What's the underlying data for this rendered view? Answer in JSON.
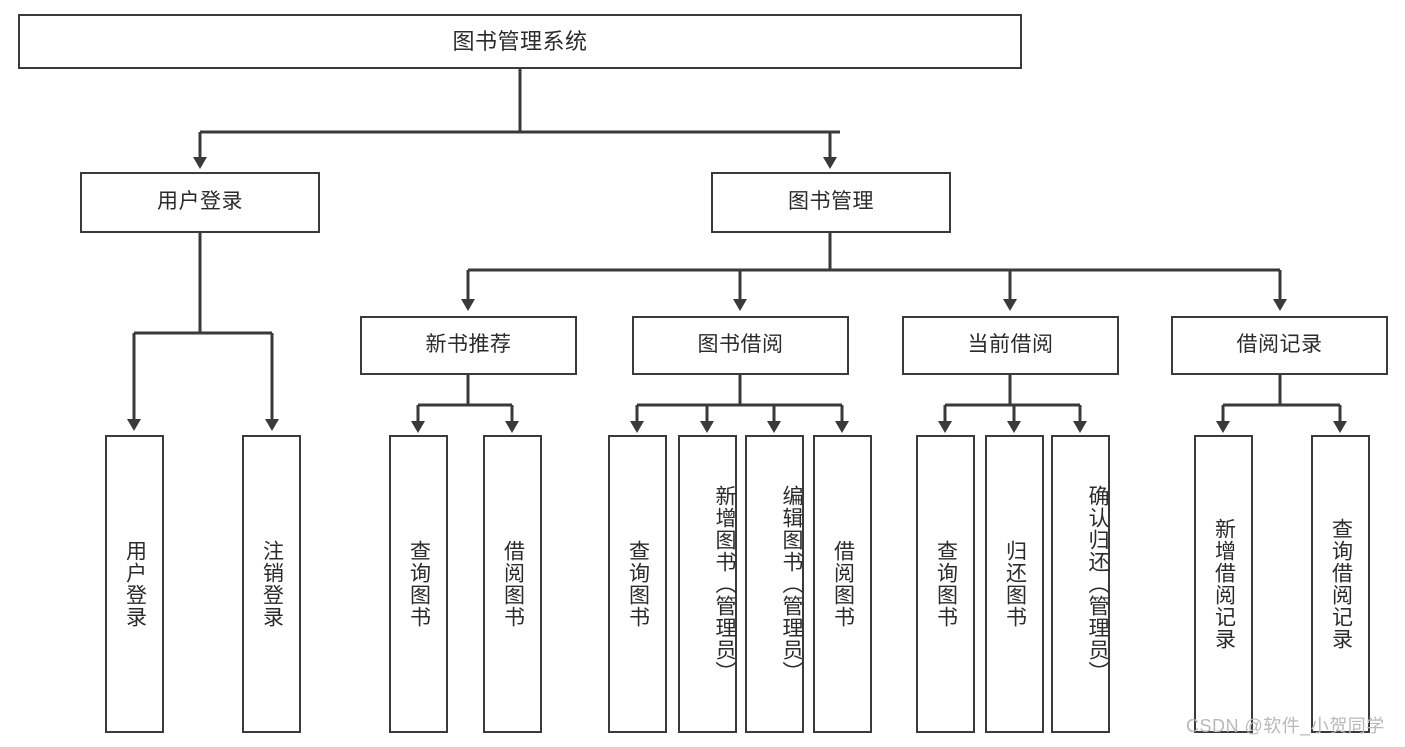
{
  "diagram": {
    "title": "图书管理系统",
    "type": "tree",
    "orientation": "top-down",
    "colors": {
      "box_border": "#3a3a3a",
      "box_fill": "#ffffff",
      "text": "#2b2b2b",
      "edge": "#3a3a3a",
      "watermark": "#b9b9b9",
      "background": "#ffffff"
    },
    "nodes": {
      "root": {
        "label": "图书管理系统"
      },
      "level2": [
        {
          "id": "user-login",
          "label": "用户登录"
        },
        {
          "id": "book-management",
          "label": "图书管理"
        }
      ],
      "level3": [
        {
          "id": "new-book-recommend",
          "label": "新书推荐"
        },
        {
          "id": "book-borrow",
          "label": "图书借阅"
        },
        {
          "id": "current-borrow",
          "label": "当前借阅"
        },
        {
          "id": "borrow-record",
          "label": "借阅记录"
        }
      ],
      "leaves": {
        "user_login": [
          {
            "id": "leaf-user-login",
            "label": "用户登录"
          },
          {
            "id": "leaf-logout-login",
            "label": "注销登录"
          }
        ],
        "new_book_recommend": [
          {
            "id": "leaf-query-book-1",
            "label": "查询图书"
          },
          {
            "id": "leaf-borrow-book-1",
            "label": "借阅图书"
          }
        ],
        "book_borrow": [
          {
            "id": "leaf-query-book-2",
            "label": "查询图书"
          },
          {
            "id": "leaf-add-book",
            "label": "新增图书（管理员）"
          },
          {
            "id": "leaf-edit-book",
            "label": "编辑图书（管理员）"
          },
          {
            "id": "leaf-borrow-book-2",
            "label": "借阅图书"
          }
        ],
        "current_borrow": [
          {
            "id": "leaf-query-book-3",
            "label": "查询图书"
          },
          {
            "id": "leaf-return-book",
            "label": "归还图书"
          },
          {
            "id": "leaf-confirm-return",
            "label": "确认归还（管理员）"
          }
        ],
        "borrow_record": [
          {
            "id": "leaf-add-record",
            "label": "新增借阅记录"
          },
          {
            "id": "leaf-query-record",
            "label": "查询借阅记录"
          }
        ]
      }
    },
    "watermark": "CSDN @软件_小贺同学"
  }
}
